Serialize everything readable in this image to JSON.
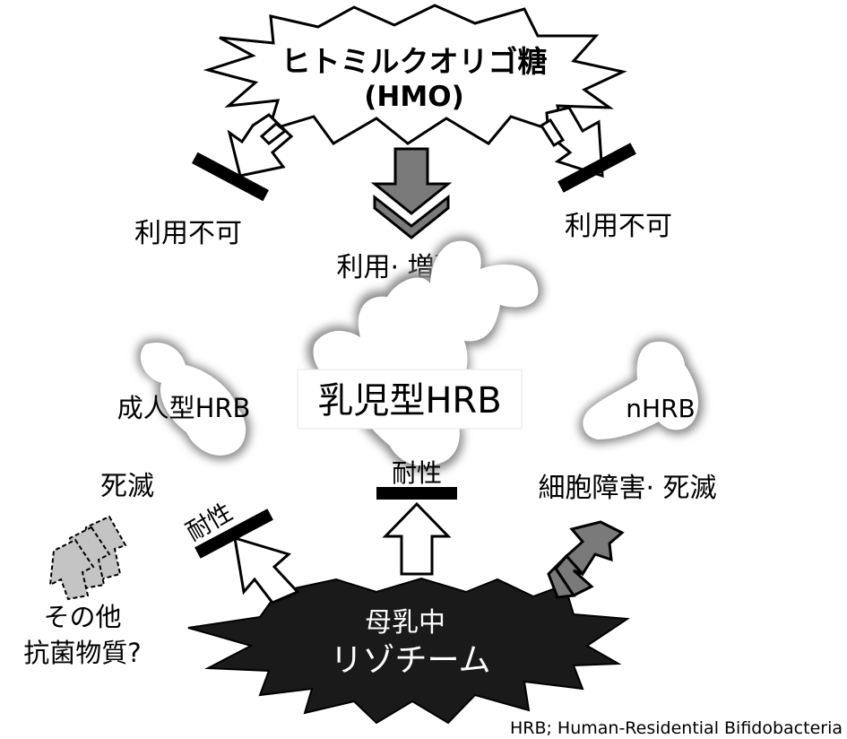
{
  "labels": {
    "hmo_line1": "ヒトミルクオリゴ糖",
    "hmo_line2": "(HMO)",
    "unusable_left": "利用不可",
    "unusable_right": "利用不可",
    "use_growth": "利用· 増殖",
    "adult_hrb": "成人型HRB",
    "infant_hrb": "乳児型HRB",
    "nhrb": "nHRB",
    "death_left": "死滅",
    "resistant_center": "耐性",
    "resistant_left": "耐性",
    "cell_damage": "細胞障害· 死滅",
    "other_line1": "その他",
    "other_line2": "抗菌物質?",
    "lysozyme_line1": "母乳中",
    "lysozyme_line2": "リゾチーム",
    "footnote": "HRB; Human-Residential Bifidobacteria"
  },
  "colors": {
    "black": "#000000",
    "white": "#ffffff",
    "dark_gray_arrow": "#7a7a7a",
    "light_gray_arrow": "#c4c4c4",
    "bacteria_shadow": "#9a9a9a"
  }
}
